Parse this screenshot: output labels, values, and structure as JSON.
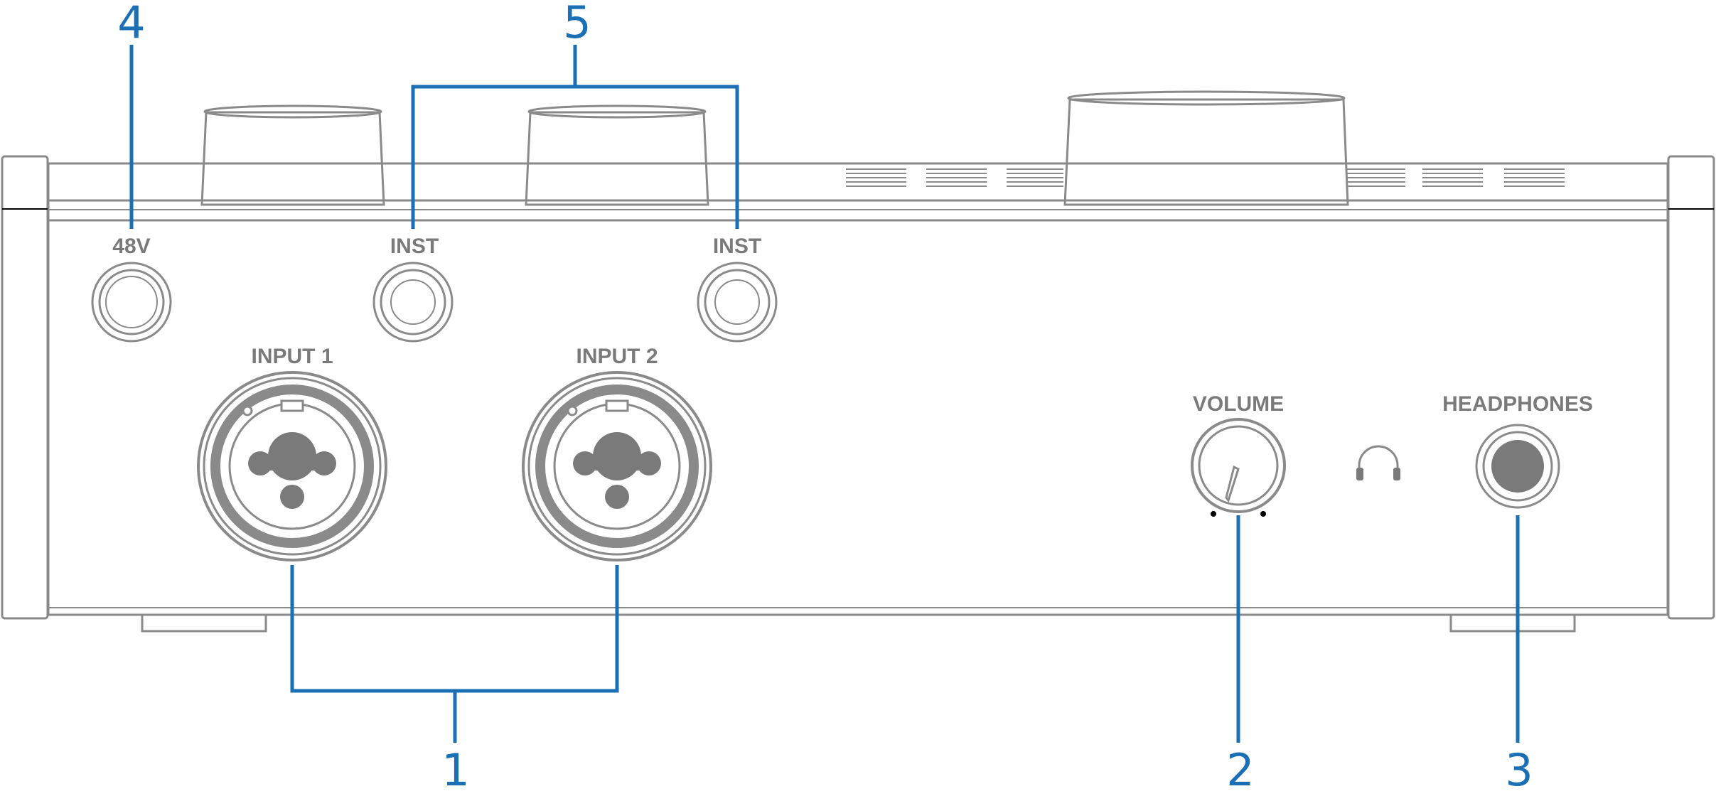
{
  "labels": {
    "phantom": "48V",
    "inst_1": "INST",
    "inst_2": "INST",
    "input_1": "INPUT 1",
    "input_2": "INPUT 2",
    "volume": "VOLUME",
    "headphones": "HEADPHONES"
  },
  "callouts": {
    "c1": "1",
    "c2": "2",
    "c3": "3",
    "c4": "4",
    "c5": "5"
  },
  "colors": {
    "callout": "#1a6fb5",
    "outline": "#8a8a8a",
    "fill": "#7a7a7a"
  }
}
